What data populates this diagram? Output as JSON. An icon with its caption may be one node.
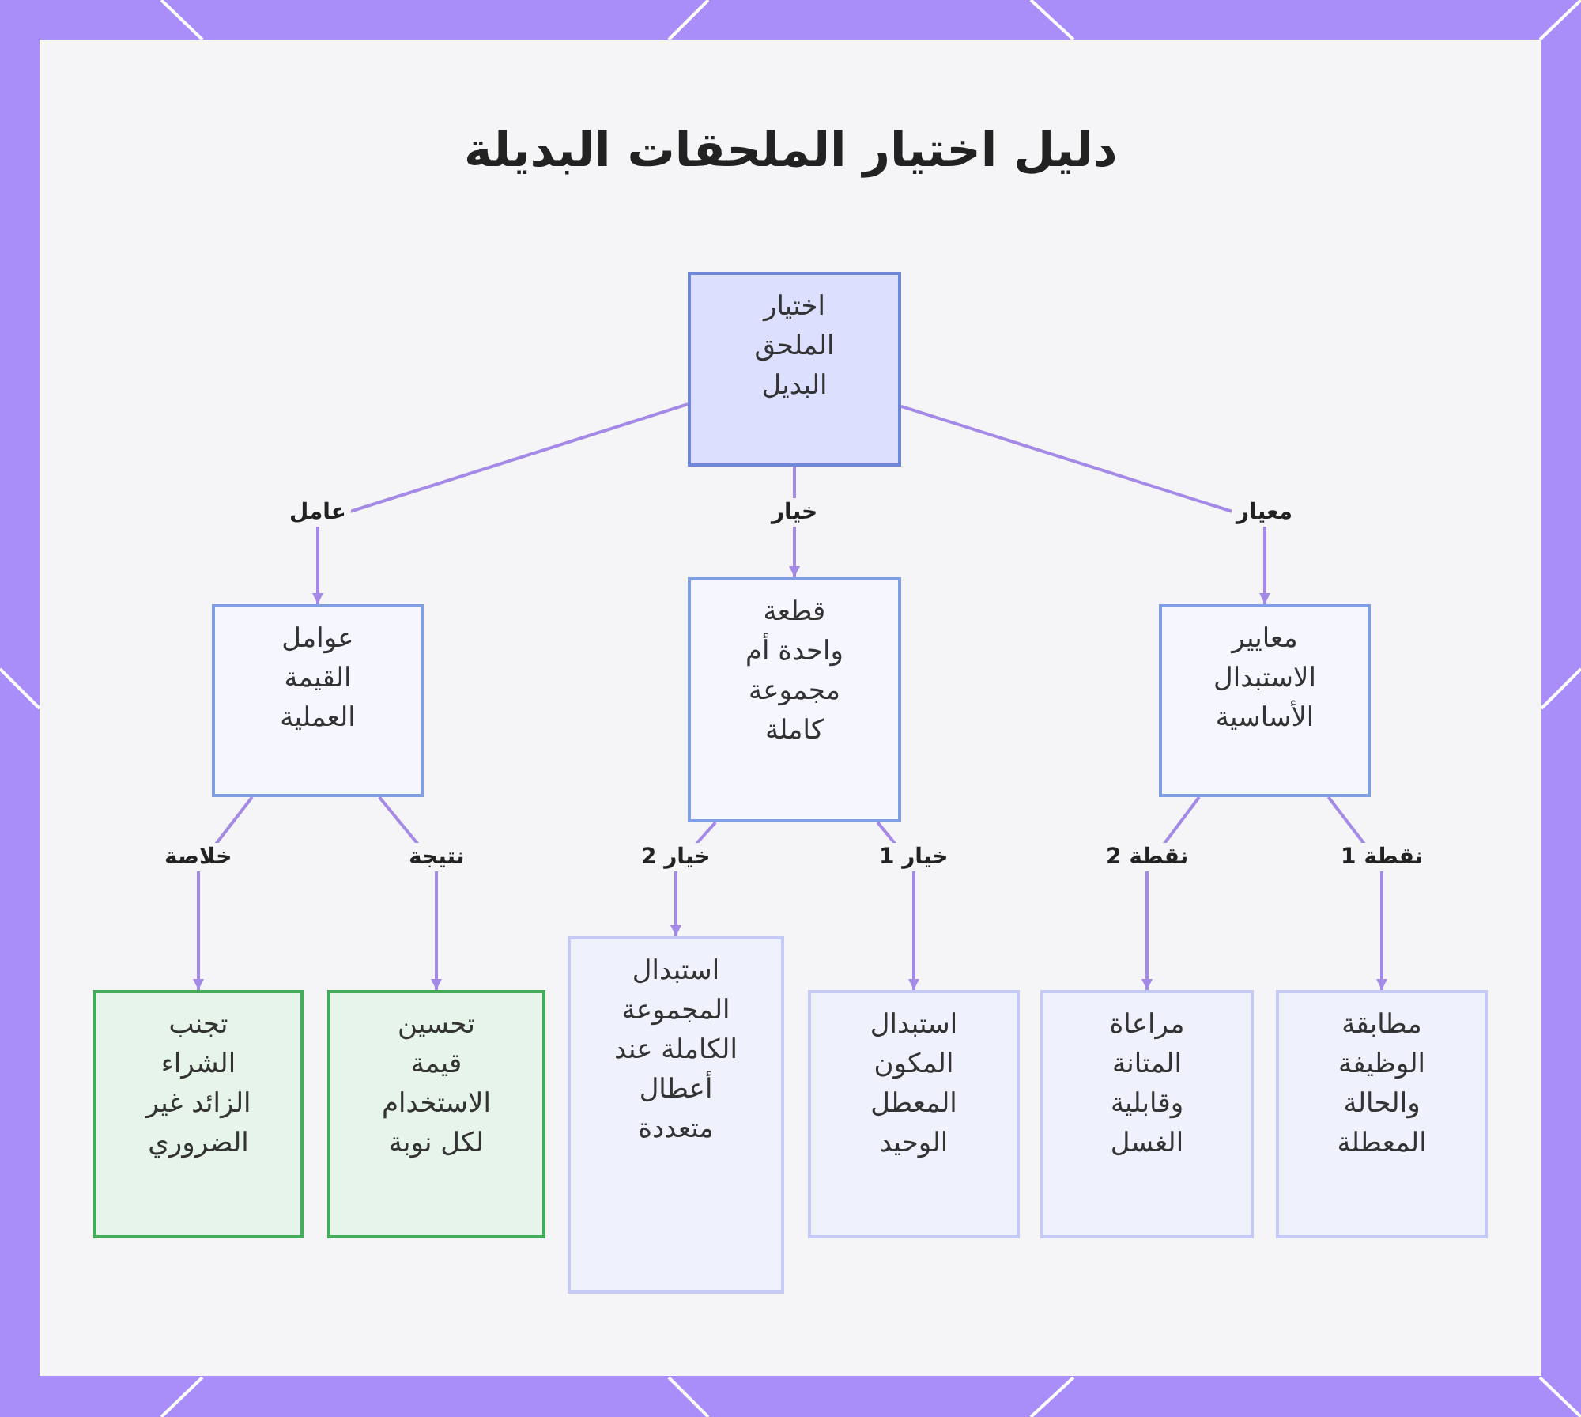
{
  "diagram": {
    "title": "دليل اختيار الملحقات البديلة",
    "nodes": [
      {
        "text": [
          "اختيار الملحق البديل"
        ]
      },
      {
        "text": [
          "معايير الاستبدال الأساسية"
        ]
      },
      {
        "text": [
          "قطعة واحدة أم مجموعة كاملة"
        ]
      },
      {
        "text": [
          "عوامل القيمة العملية"
        ]
      },
      {
        "text": [
          "مطابقة الوظيفة والحالة المعطلة"
        ]
      },
      {
        "text": [
          "مراعاة المتانة وقابلية الغسل"
        ]
      },
      {
        "text": [
          "استبدال المكون المعطل الوحيد"
        ]
      },
      {
        "text": [
          "استبدال المجموعة الكاملة عند أعطال متعددة"
        ]
      },
      {
        "text": [
          "تحسين قيمة الاستخدام لكل نوبة"
        ]
      },
      {
        "text": [
          "تجنب الشراء الزائد غير الضروري"
        ]
      }
    ],
    "edges": [
      {
        "from": 0,
        "to": 1,
        "arrow": "to",
        "label": "معيار"
      },
      {
        "from": 0,
        "to": 2,
        "arrow": "to",
        "label": "خيار"
      },
      {
        "from": 0,
        "to": 3,
        "arrow": "to",
        "label": "عامل"
      },
      {
        "from": 1,
        "to": 4,
        "arrow": "to",
        "label": "نقطة 1"
      },
      {
        "from": 1,
        "to": 5,
        "arrow": "to",
        "label": "نقطة 2"
      },
      {
        "from": 2,
        "to": 6,
        "arrow": "to",
        "label": "خيار 1"
      },
      {
        "from": 2,
        "to": 7,
        "arrow": "to",
        "label": "خيار 2"
      },
      {
        "from": 3,
        "to": 8,
        "arrow": "to",
        "label": "نتيجة"
      },
      {
        "from": 3,
        "to": 9,
        "arrow": "to",
        "label": "خلاصة"
      }
    ]
  }
}
